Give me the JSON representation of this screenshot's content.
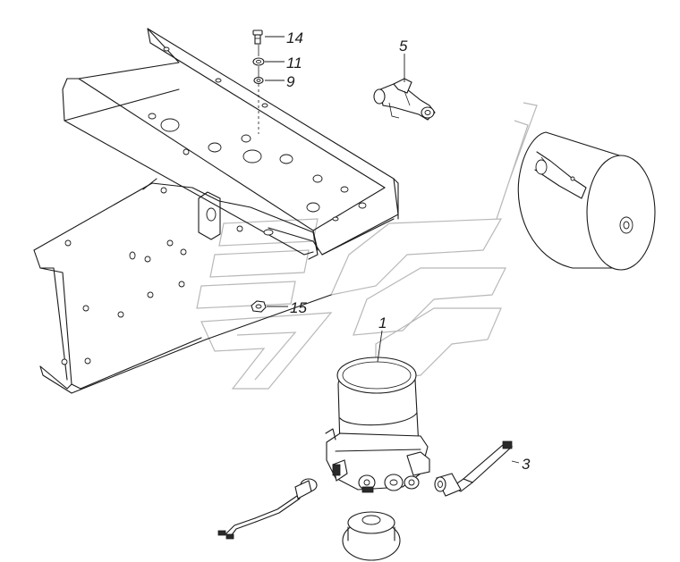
{
  "callouts": {
    "c1": "1",
    "c3": "3",
    "c5": "5",
    "c9": "9",
    "c11": "11",
    "c14": "14",
    "c15": "15"
  }
}
